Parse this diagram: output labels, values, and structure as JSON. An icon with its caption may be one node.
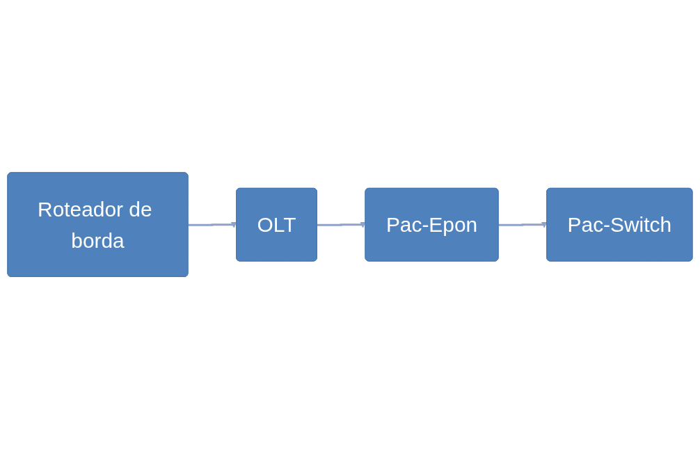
{
  "diagram": {
    "nodes": [
      {
        "text": [
          "Roteador de borda"
        ]
      },
      {
        "text": [
          "OLT"
        ]
      },
      {
        "text": [
          "Pac-Epon"
        ]
      },
      {
        "text": [
          "Pac-Switch"
        ]
      }
    ],
    "edges": [
      {
        "from": 0,
        "to": 1,
        "arrow": "to"
      },
      {
        "from": 1,
        "to": 2,
        "arrow": "to"
      },
      {
        "from": 2,
        "to": 3,
        "arrow": "to"
      }
    ]
  }
}
